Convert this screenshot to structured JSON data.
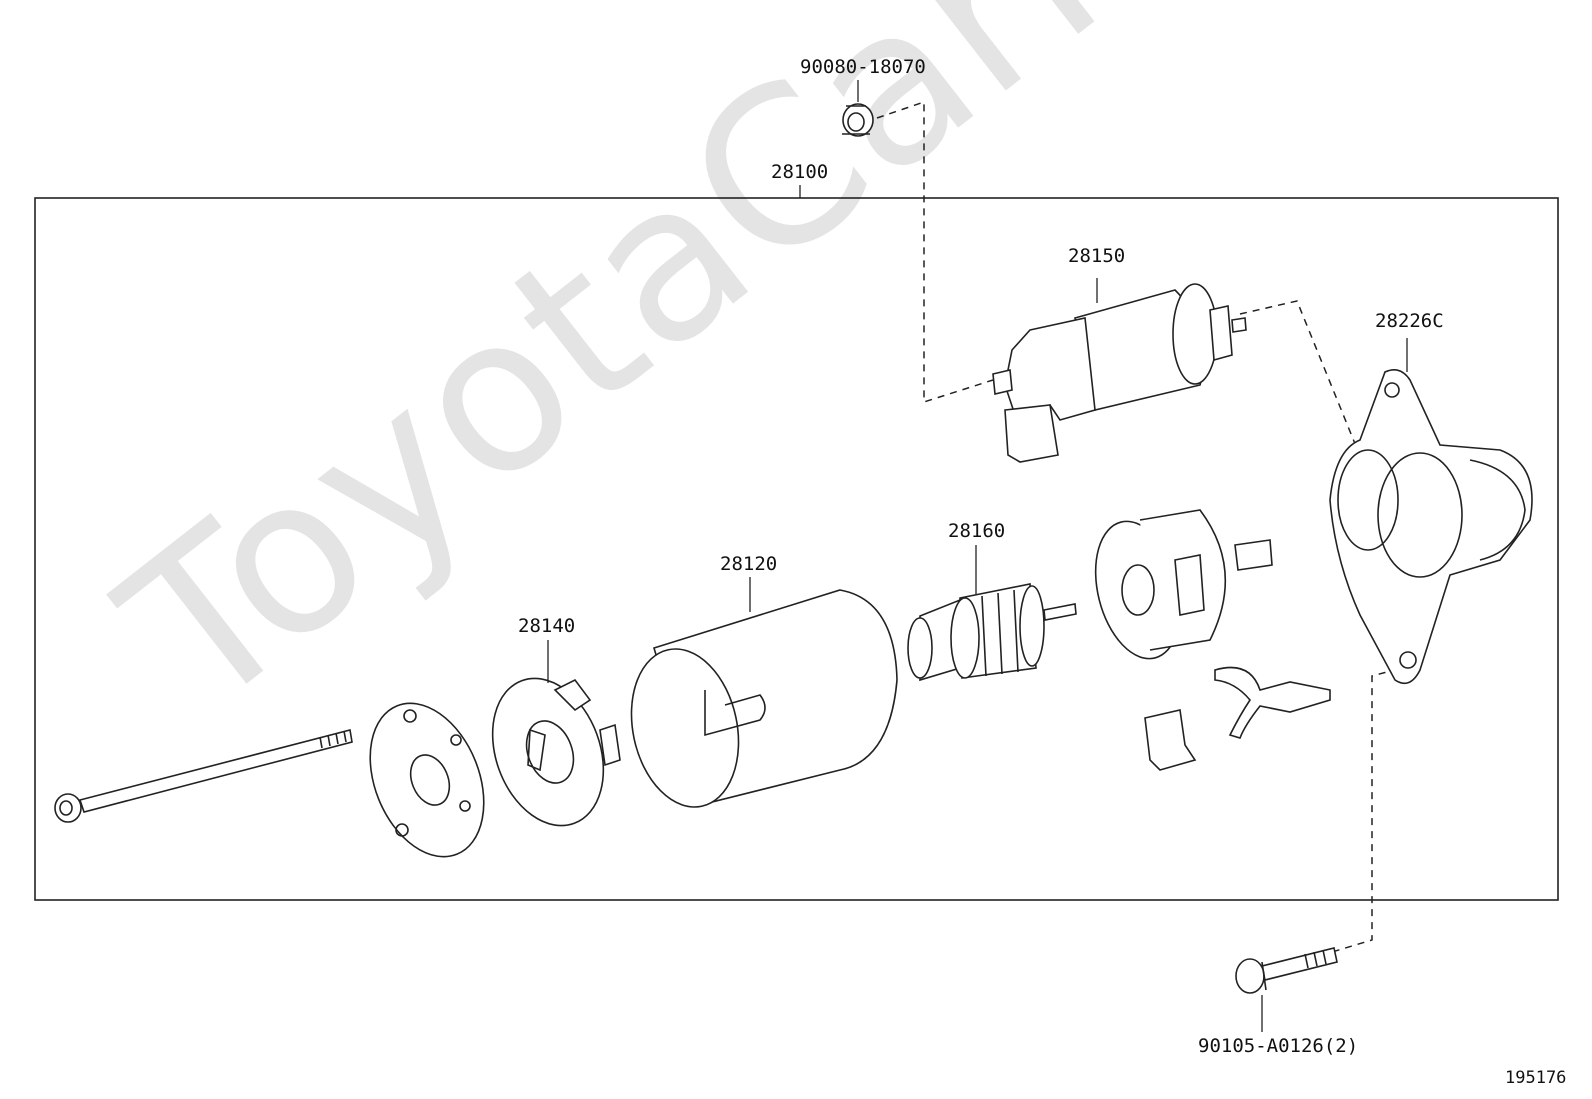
{
  "watermark": "ToyotaCarMine.ru",
  "labels": {
    "nut": "90080-18070",
    "assembly": "28100",
    "solenoid": "28150",
    "housing": "28226C",
    "armature": "28160",
    "yoke": "28120",
    "brush_holder": "28140",
    "bolt": "90105-A0126(2)"
  },
  "diagram_id": "195176"
}
